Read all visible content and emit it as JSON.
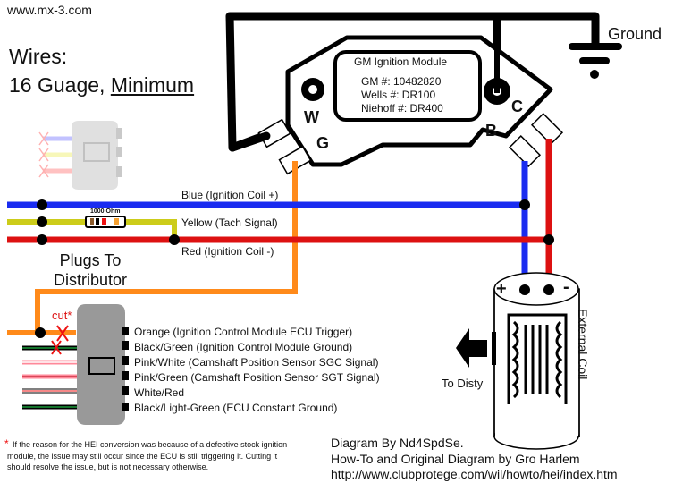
{
  "header": {
    "site": "www.mx-3.com",
    "wires_title": "Wires:",
    "wires_gauge": "16 Guage, ",
    "wires_min": "Minimum"
  },
  "ground_label": "Ground",
  "module": {
    "title": "GM Ignition Module",
    "gm_number": "GM #: 10482820",
    "wells_number": "Wells #: DR100",
    "niehoff_number": "Niehoff #: DR400",
    "terminals": {
      "w": "W",
      "g": "G",
      "b": "B",
      "c": "C"
    }
  },
  "wires": [
    {
      "label": "Blue  (Ignition Coil +)",
      "color": "#1a2cf0"
    },
    {
      "label": "Yellow (Tach Signal)",
      "color": "#cccc1a"
    },
    {
      "label": "Red  (Ignition Coil -)",
      "color": "#dd1111"
    }
  ],
  "resistor_label": "1000 Ohm",
  "plugs_label_1": "Plugs To",
  "plugs_label_2": "Distributor",
  "cut_label": "cut*",
  "connector_pins": [
    "Orange   (Ignition Control Module ECU Trigger)",
    "Black/Green (Ignition Control Module Ground)",
    "Pink/White   (Camshaft Position Sensor SGC Signal)",
    "Pink/Green  (Camshaft Position Sensor SGT Signal)",
    "White/Red",
    "Black/Light-Green   (ECU Constant Ground)"
  ],
  "coil": {
    "label": "External Coil",
    "plus": "+",
    "minus": "-",
    "output_label": "To Disty"
  },
  "footnote": {
    "star": "*",
    "text_before": "If the reason for the HEI conversion was because of a defective stock ignition module, the issue may still occur since the ECU is still triggering it. Cutting it ",
    "text_emph": "should",
    "text_after": " resolve the issue, but is not necessary otherwise."
  },
  "credits": {
    "line1": "Diagram By Nd4SpdSe.",
    "line2": "How-To and Original Diagram by Gro Harlem",
    "line3": "http://www.clubprotege.com/wil/howto/hei/index.htm"
  },
  "colors": {
    "orange": "#ff8a1a",
    "blue": "#1a2cf0",
    "red": "#dd1111",
    "yellow": "#cccc1a",
    "black": "#000000",
    "connector_gray": "#999999",
    "faded_connector": "#dddddd"
  }
}
